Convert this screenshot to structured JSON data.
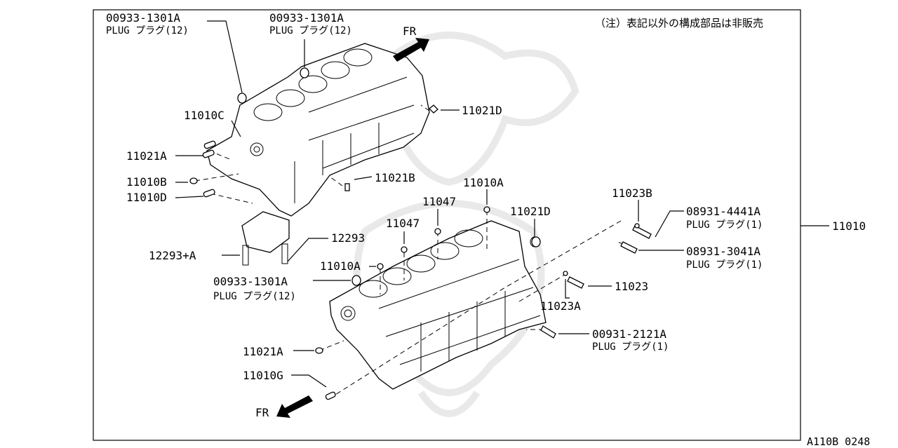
{
  "note": "（注）表記以外の構成部品は非販売",
  "drawing_code": "A110B 0248",
  "direction_label": "FR",
  "callouts": {
    "plug_12_left": {
      "part": "00933-1301A",
      "desc": "PLUG プラグ(12)"
    },
    "plug_12_mid": {
      "part": "00933-1301A",
      "desc": "PLUG プラグ(12)"
    },
    "plug_12_low": {
      "part": "00933-1301A",
      "desc": "PLUG プラグ(12)"
    },
    "p11010C": "11010C",
    "p11021A_top": "11021A",
    "p11010B": "11010B",
    "p11010D": "11010D",
    "p11021D_top": "11021D",
    "p11021B": "11021B",
    "p12293": "12293",
    "p12293A": "12293+A",
    "p11047_a": "11047",
    "p11047_b": "11047",
    "p11010A_top": "11010A",
    "p11010A_low": "11010A",
    "p11021D_low": "11021D",
    "p11023B": "11023B",
    "plug_4441": {
      "part": "08931-4441A",
      "desc": "PLUG プラグ(1)"
    },
    "plug_3041": {
      "part": "08931-3041A",
      "desc": "PLUG プラグ(1)"
    },
    "p11023": "11023",
    "p11023A": "11023A",
    "plug_2121": {
      "part": "00931-2121A",
      "desc": "PLUG プラグ(1)"
    },
    "p11021A_low": "11021A",
    "p11010G": "11010G",
    "p11010": "11010"
  }
}
